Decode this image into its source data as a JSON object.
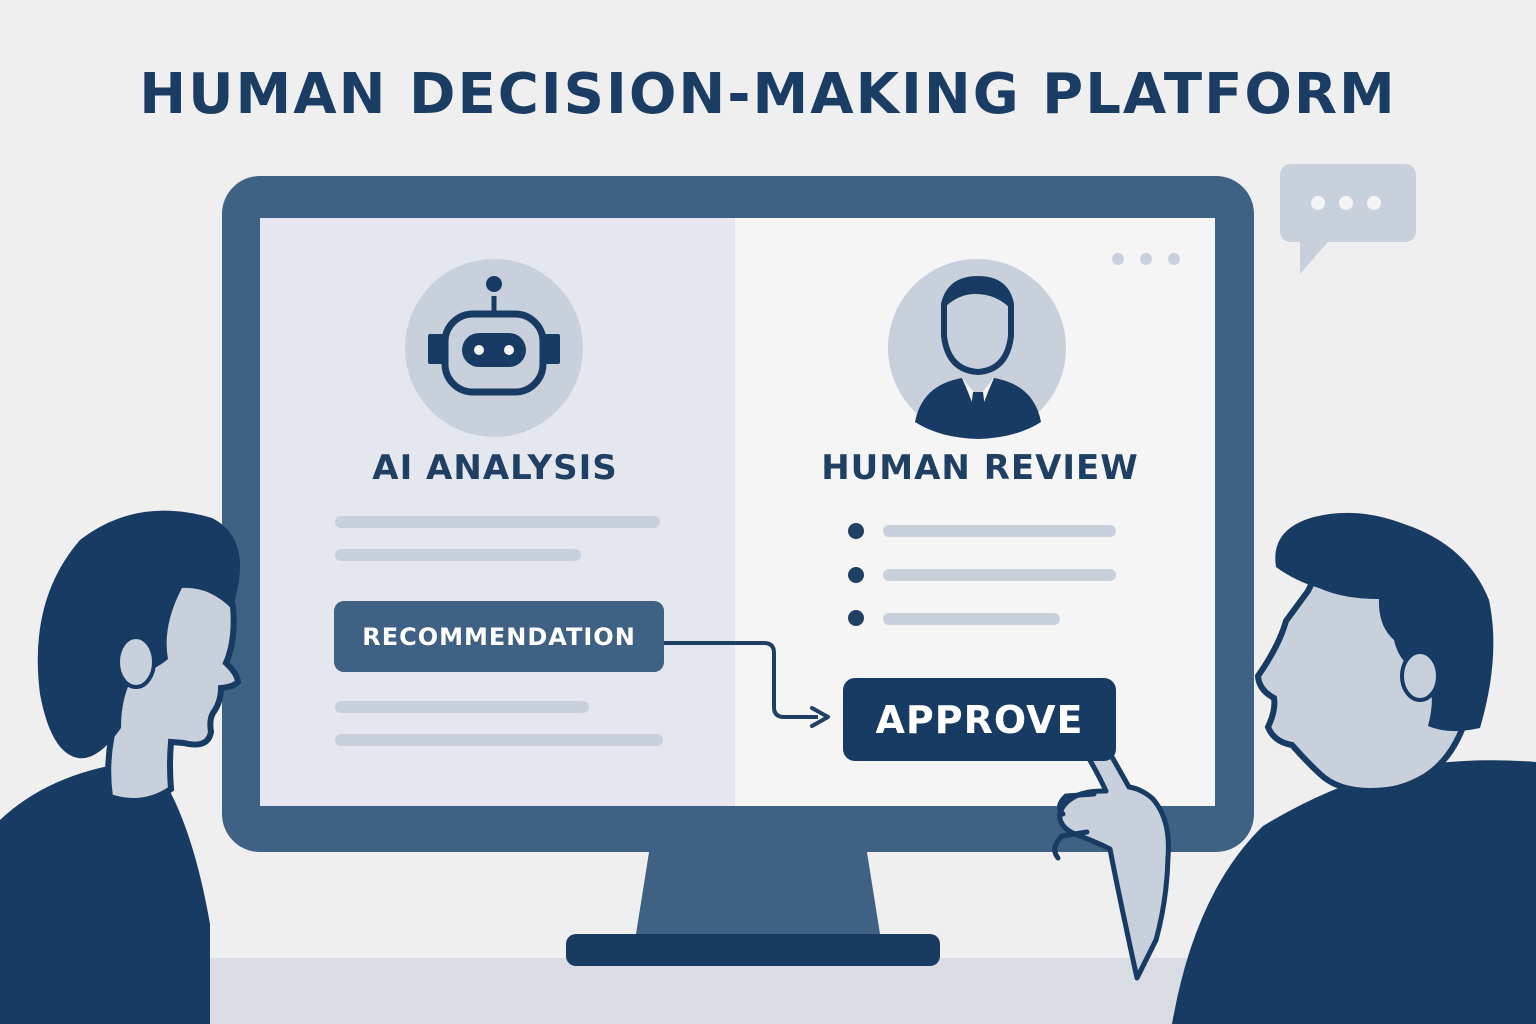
{
  "title": "HUMAN DECISION-MAKING PLATFORM",
  "ai_panel": {
    "label": "AI ANALYSIS",
    "button_label": "RECOMMENDATION"
  },
  "human_panel": {
    "label": "HUMAN REVIEW",
    "button_label": "APPROVE"
  },
  "icons": {
    "ai": "robot-icon",
    "human": "person-icon",
    "chat": "chat-bubble-icon",
    "menu": "more-dots-icon"
  },
  "colors": {
    "background": "#efefef",
    "navy": "#173b63",
    "slate": "#3f6184",
    "light_panel": "#e4e8ee",
    "accent_gray": "#c7d0db"
  }
}
